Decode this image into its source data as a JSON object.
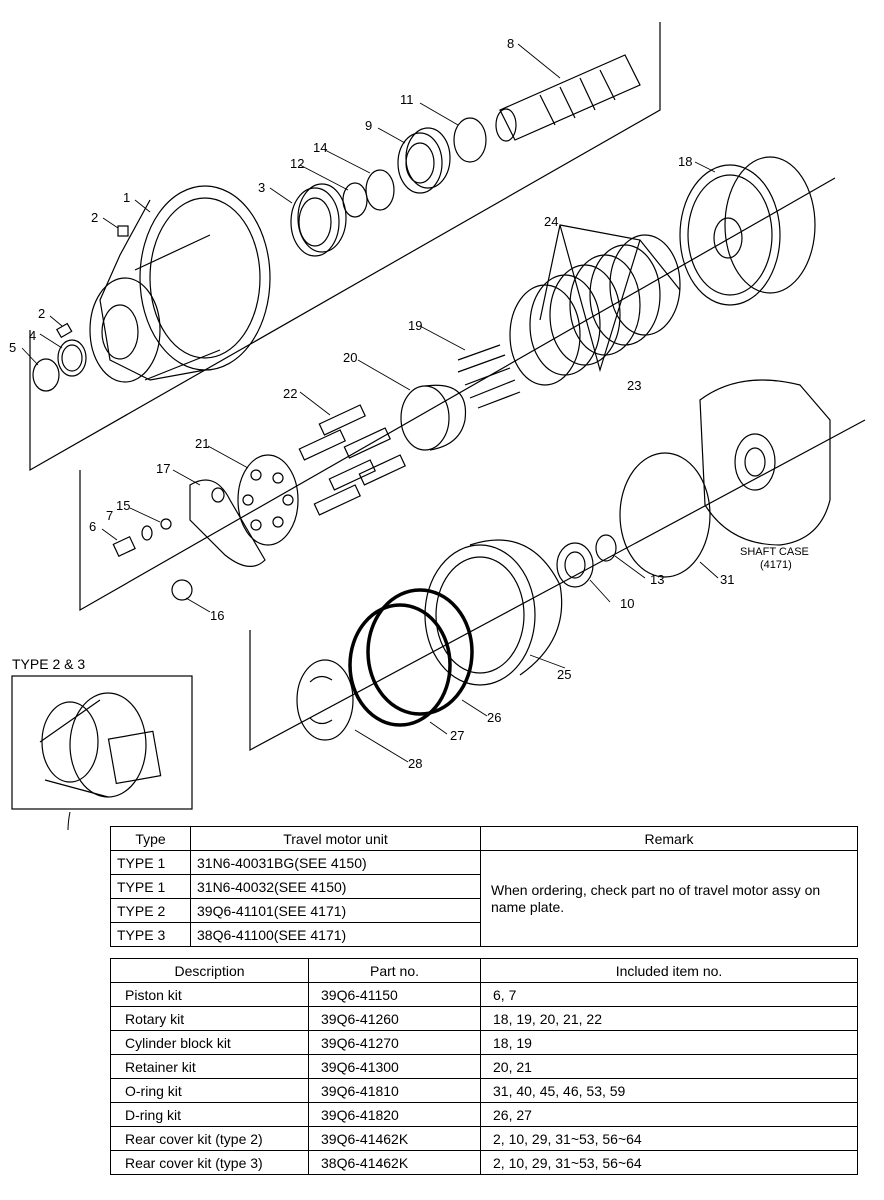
{
  "diagram": {
    "callouts": [
      "1",
      "2",
      "2",
      "3",
      "4",
      "5",
      "6",
      "7",
      "8",
      "9",
      "10",
      "11",
      "12",
      "13",
      "14",
      "15",
      "16",
      "17",
      "18",
      "19",
      "20",
      "21",
      "22",
      "23",
      "24",
      "25",
      "26",
      "27",
      "28",
      "31"
    ],
    "shaft_case_label": [
      "SHAFT CASE",
      "(4171)"
    ],
    "inset_label": "TYPE 2 & 3"
  },
  "type_table": {
    "headers": [
      "Type",
      "Travel motor unit",
      "Remark"
    ],
    "rows": [
      [
        "TYPE 1",
        "31N6-40031BG(SEE 4150)"
      ],
      [
        "TYPE 1",
        "31N6-40032(SEE 4150)"
      ],
      [
        "TYPE 2",
        "39Q6-41101(SEE 4171)"
      ],
      [
        "TYPE 3",
        "38Q6-41100(SEE 4171)"
      ]
    ],
    "remark": "When ordering, check part no of travel motor assy on name plate."
  },
  "kit_table": {
    "headers": [
      "Description",
      "Part no.",
      "Included item no."
    ],
    "rows": [
      [
        "Piston kit",
        "39Q6-41150",
        "6, 7"
      ],
      [
        "Rotary kit",
        "39Q6-41260",
        "18, 19, 20, 21, 22"
      ],
      [
        "Cylinder block kit",
        "39Q6-41270",
        "18, 19"
      ],
      [
        "Retainer kit",
        "39Q6-41300",
        "20, 21"
      ],
      [
        "O-ring kit",
        "39Q6-41810",
        "31, 40, 45, 46, 53, 59"
      ],
      [
        "D-ring kit",
        "39Q6-41820",
        "26, 27"
      ],
      [
        "Rear cover kit (type 2)",
        "39Q6-41462K",
        "2, 10, 29, 31~53, 56~64"
      ],
      [
        "Rear cover kit (type 3)",
        "38Q6-41462K",
        "2, 10, 29, 31~53, 56~64"
      ]
    ]
  }
}
